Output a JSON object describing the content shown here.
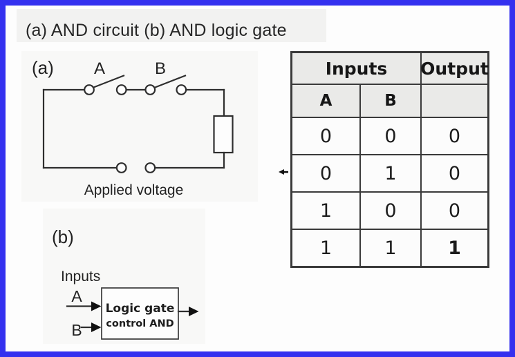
{
  "caption": "(a) AND circuit (b) AND logic gate",
  "circuit": {
    "panel_label": "(a)",
    "switch_a": "A",
    "switch_b": "B",
    "bottom_label": "Applied voltage"
  },
  "logic_gate": {
    "panel_label": "(b)",
    "inputs_label": "Inputs",
    "input_a": "A",
    "input_b": "B",
    "box_line1": "Logic gate",
    "box_line2": "control AND"
  },
  "truth_table": {
    "inputs_header": "Inputs",
    "output_header": "Output",
    "col_a_header": "A",
    "col_b_header": "B",
    "rows": [
      {
        "a": "0",
        "b": "0",
        "out": "0"
      },
      {
        "a": "0",
        "b": "1",
        "out": "0"
      },
      {
        "a": "1",
        "b": "0",
        "out": "0"
      },
      {
        "a": "1",
        "b": "1",
        "out": "1"
      }
    ]
  },
  "colors": {
    "frame_border": "#3431ef",
    "table_line": "#3a3a3a",
    "table_header_bg": "#eaeae8",
    "ink": "#1f1f1f"
  }
}
